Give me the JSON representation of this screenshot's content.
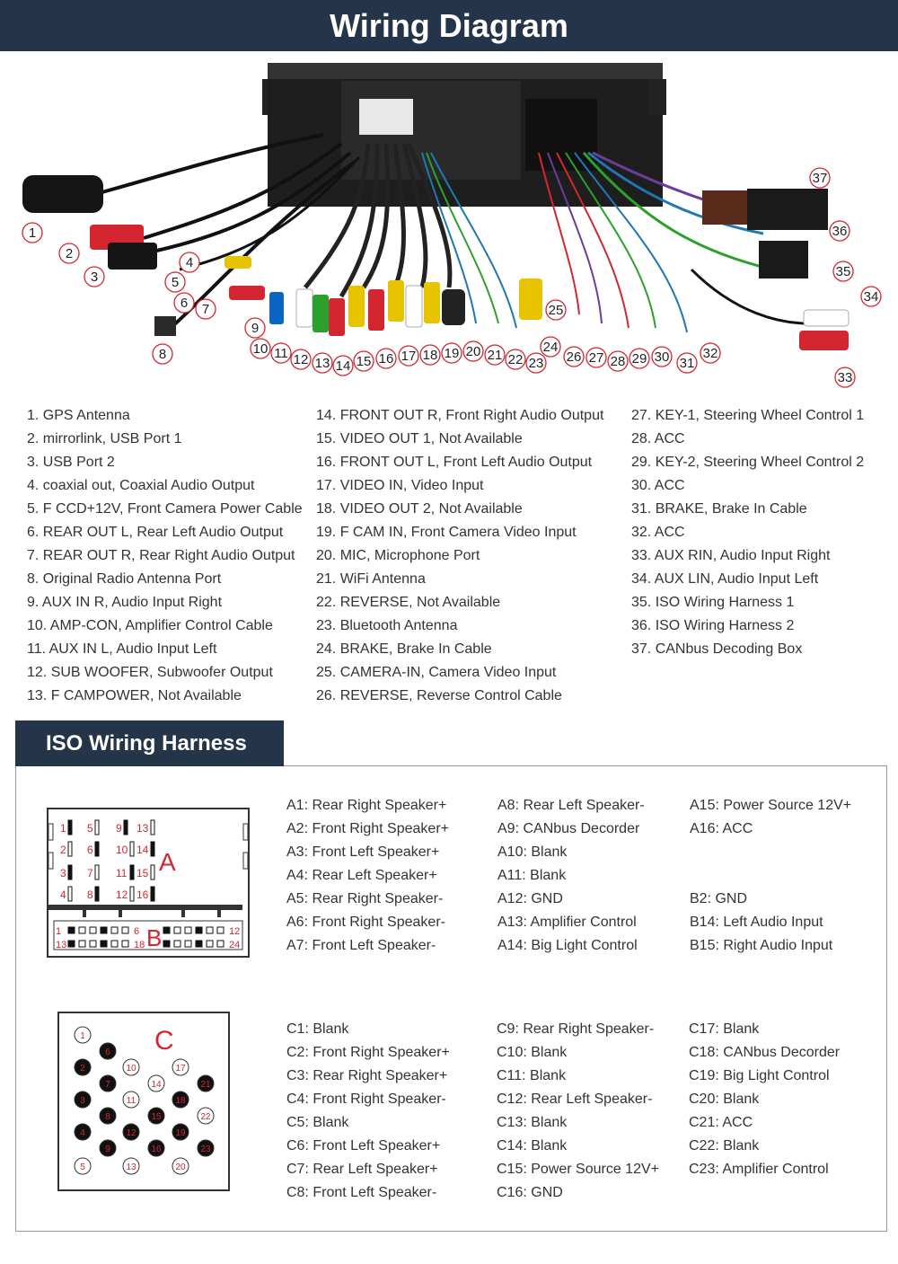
{
  "header": {
    "title": "Wiring Diagram"
  },
  "callouts": [
    "1",
    "2",
    "3",
    "4",
    "5",
    "6",
    "7",
    "8",
    "9",
    "10",
    "11",
    "12",
    "13",
    "14",
    "15",
    "16",
    "17",
    "18",
    "19",
    "20",
    "21",
    "22",
    "23",
    "24",
    "25",
    "26",
    "27",
    "28",
    "29",
    "30",
    "31",
    "32",
    "33",
    "34",
    "35",
    "36",
    "37"
  ],
  "legend": {
    "col1": [
      "1. GPS Antenna",
      "2. mirrorlink, USB Port 1",
      "3. USB Port 2",
      "4. coaxial out, Coaxial Audio Output",
      "5. F CCD+12V, Front Camera Power Cable",
      "6. REAR OUT L, Rear Left Audio Output",
      "7. REAR OUT R, Rear Right Audio Output",
      "8. Original Radio Antenna Port",
      "9. AUX IN R, Audio Input Right",
      "10. AMP-CON, Amplifier Control Cable",
      "11. AUX IN L, Audio Input Left",
      "12. SUB WOOFER, Subwoofer Output",
      "13. F CAMPOWER, Not Available"
    ],
    "col2": [
      "14. FRONT OUT R, Front Right Audio Output",
      "15. VIDEO OUT 1, Not Available",
      "16. FRONT OUT L, Front Left Audio Output",
      "17. VIDEO IN, Video Input",
      "18. VIDEO OUT 2, Not Available",
      "19. F CAM IN, Front Camera Video Input",
      "20. MIC, Microphone Port",
      "21. WiFi Antenna",
      "22. REVERSE, Not Available",
      "23. Bluetooth Antenna",
      "24. BRAKE, Brake In Cable",
      "25. CAMERA-IN, Camera Video Input",
      "26. REVERSE, Reverse Control Cable"
    ],
    "col3": [
      "27. KEY-1, Steering Wheel Control 1",
      "28. ACC",
      "29. KEY-2, Steering Wheel Control 2",
      "30. ACC",
      "31. BRAKE,  Brake In Cable",
      "32. ACC",
      "33. AUX RIN, Audio Input Right",
      "34. AUX LIN, Audio Input Left",
      "35. ISO Wiring Harness 1",
      "36. ISO Wiring Harness 2",
      "37. CANbus Decoding Box"
    ]
  },
  "iso": {
    "title": "ISO Wiring Harness",
    "connA": {
      "label_a": "A",
      "label_b": "B",
      "pins_left": [
        [
          "1",
          "5",
          "9",
          "13"
        ],
        [
          "2",
          "6",
          "10",
          "14"
        ],
        [
          "3",
          "7",
          "11",
          "15"
        ],
        [
          "4",
          "8",
          "12",
          "16"
        ]
      ],
      "b_row1": [
        "1",
        "6",
        "12"
      ],
      "b_row2": [
        "13",
        "18",
        "24"
      ]
    },
    "connC": {
      "label": "C",
      "pins": [
        "1",
        "2",
        "3",
        "4",
        "5",
        "6",
        "7",
        "8",
        "9",
        "10",
        "11",
        "12",
        "13",
        "14",
        "15",
        "16",
        "17",
        "18",
        "19",
        "20",
        "21",
        "22",
        "23"
      ]
    },
    "a_col1": [
      "A1: Rear Right Speaker+",
      "A2: Front Right Speaker+",
      "A3: Front Left Speaker+",
      "A4: Rear Left Speaker+",
      "A5: Rear Right Speaker-",
      "A6: Front Right Speaker-",
      "A7: Front Left Speaker-"
    ],
    "a_col2": [
      "A8: Rear Left Speaker-",
      "A9: CANbus Decorder",
      "A10: Blank",
      "A11: Blank",
      "A12: GND",
      "A13: Amplifier Control",
      "A14: Big Light Control"
    ],
    "a_col3": [
      "A15: Power Source 12V+",
      "A16: ACC",
      "",
      "",
      "B2: GND",
      "B14: Left Audio Input",
      "B15: Right Audio Input"
    ],
    "c_col1": [
      "C1: Blank",
      "C2: Front Right Speaker+",
      "C3: Rear Right Speaker+",
      "C4: Front Right Speaker-",
      "C5: Blank",
      "C6: Front Left Speaker+",
      "C7: Rear Left Speaker+",
      "C8: Front Left Speaker-"
    ],
    "c_col2": [
      "C9: Rear Right Speaker-",
      "C10: Blank",
      "C11: Blank",
      "C12: Rear Left Speaker-",
      "C13: Blank",
      "C14: Blank",
      "C15: Power Source 12V+",
      "C16: GND"
    ],
    "c_col3": [
      "C17: Blank",
      "C18: CANbus Decorder",
      "C19: Big Light Control",
      "C20: Blank",
      "C21: ACC",
      "C22: Blank",
      "C23: Amplifier Control"
    ]
  }
}
